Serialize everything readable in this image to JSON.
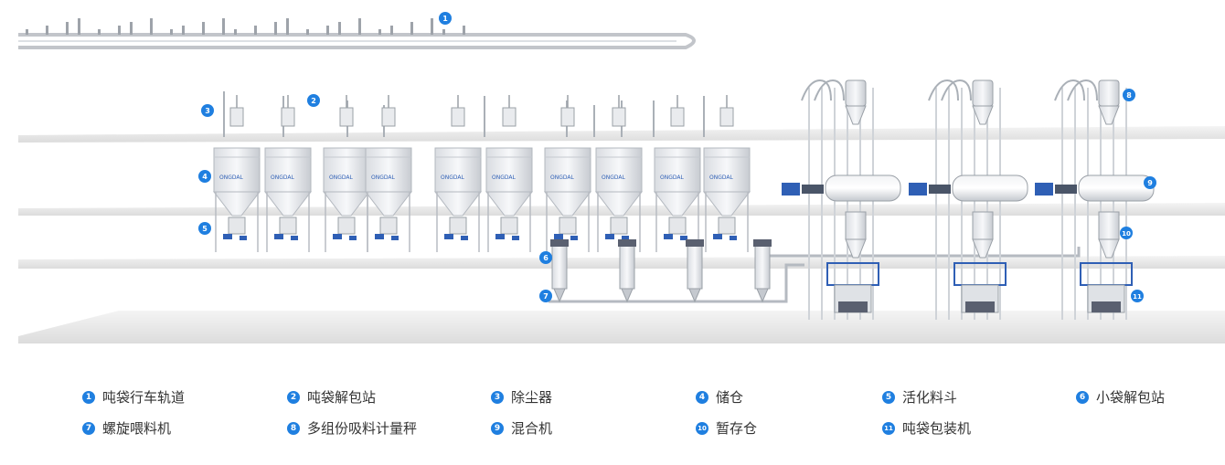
{
  "colors": {
    "accent": "#1f7fe0",
    "machine_blue": "#2f5fb5",
    "legend_text": "#333333",
    "floor": "#e6e6e6",
    "steel": "#c9ccd1"
  },
  "brand_label": "ONGDAL",
  "markers": [
    "1",
    "2",
    "3",
    "4",
    "5",
    "6",
    "7",
    "8",
    "9",
    "10",
    "11"
  ],
  "legend": [
    {
      "num": "1",
      "label": "吨袋行车轨道"
    },
    {
      "num": "2",
      "label": "吨袋解包站"
    },
    {
      "num": "3",
      "label": "除尘器"
    },
    {
      "num": "4",
      "label": "储仓"
    },
    {
      "num": "5",
      "label": "活化料斗"
    },
    {
      "num": "6",
      "label": "小袋解包站"
    },
    {
      "num": "7",
      "label": "螺旋喂料机"
    },
    {
      "num": "8",
      "label": "多组份吸料计量秤"
    },
    {
      "num": "9",
      "label": "混合机"
    },
    {
      "num": "10",
      "label": "暂存仓"
    },
    {
      "num": "11",
      "label": "吨袋包装机"
    }
  ]
}
